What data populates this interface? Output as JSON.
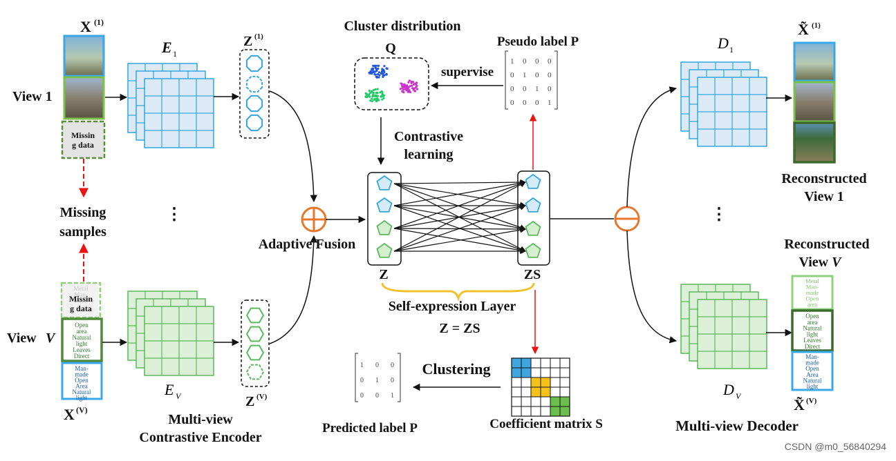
{
  "colors": {
    "blue_grid_fill": "#dbeaf6",
    "blue_grid_line": "#33a6df",
    "green_grid_fill": "#dcf0d8",
    "green_grid_line": "#5cb85c",
    "fusion_orange": "#e8772e",
    "red_text": "#ee1111",
    "brace_yellow": "#f2c12e",
    "cell_blue": "#3fa6e0",
    "cell_yellow": "#f5c21a",
    "cell_green": "#6abf4b"
  },
  "labels": {
    "x1": "X",
    "x1_sup": "(1)",
    "view1": "View 1",
    "missing_data_1": "Missin\ng data",
    "missing_samples": "Missing\nsamples",
    "missing_data_v": "Missin\ng data",
    "viewv": "View",
    "viewv_italic": "V",
    "xv": "X",
    "xv_sup": "(V)",
    "e1": "E",
    "e1_sub": "1",
    "ev": "E",
    "ev_sub": "V",
    "encoder": "Multi-view\nContrastive Encoder",
    "z1": "Z",
    "z1_sup": "(1)",
    "zv": "Z",
    "zv_sup": "(V)",
    "dots": "⋮",
    "adaptive_fusion": "Adaptive Fusion",
    "cluster_distribution": "Cluster distribution",
    "q": "Q",
    "supervise": "supervise",
    "pseudo_label": "Pseudo label  P",
    "contrastive": "Contrastive\nlearning",
    "z": "Z",
    "zs": "ZS",
    "self_expression": "Self-expression Layer",
    "z_eq": "Z = ZS",
    "clustering": "Clustering",
    "predicted_label": "Predicted label  P",
    "coefficient_matrix": "Coefficient matrix  S",
    "d1": "D",
    "d1_sub": "1",
    "dv": "D",
    "dv_sub": "V",
    "recon_view1": "Reconstructed\nView 1",
    "recon_viewv": "Reconstructed\nView",
    "recon_viewv_italic": "V",
    "xt1": "X̃",
    "xt1_sup": "(1)",
    "xtv": "X̃",
    "xtv_sup": "(V)",
    "decoder": "Multi-view Decoder",
    "watermark": "CSDN @m0_56840294"
  },
  "pseudo_matrix": [
    [
      "1",
      "0",
      "0",
      "0"
    ],
    [
      "0",
      "1",
      "0",
      "0"
    ],
    [
      "0",
      "0",
      "1",
      "0"
    ],
    [
      "0",
      "0",
      "0",
      "1"
    ]
  ],
  "predicted_matrix": [
    [
      "1",
      "0",
      "0"
    ],
    [
      "0",
      "1",
      "0"
    ],
    [
      "0",
      "0",
      "1"
    ]
  ],
  "text_doc_1": [
    "Metal",
    "Man-",
    "made",
    "Open",
    "area"
  ],
  "text_doc_2": [
    "Open",
    "area",
    "Natural",
    "light",
    "Leaves",
    "Direct"
  ],
  "text_doc_3": [
    "Man-",
    "made",
    "Open",
    "Area",
    "Natural",
    "light"
  ],
  "missing_doc_v": [
    "Metal",
    "Man-",
    "made"
  ]
}
